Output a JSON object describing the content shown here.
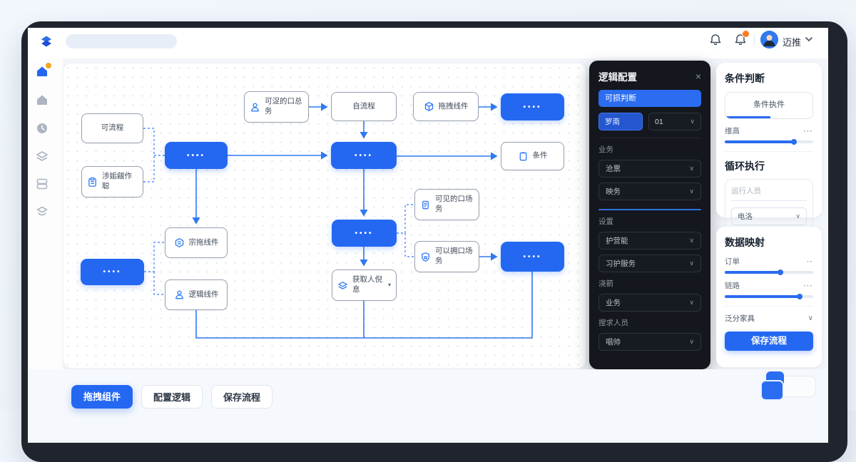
{
  "colors": {
    "accent": "#2468f2",
    "line_blue": "#2f7af0",
    "panel_dark": "#14171d",
    "badge_orange": "#ff7a1a"
  },
  "topbar": {
    "user_name": "迈推",
    "icons": [
      "bell-icon",
      "bell-badge-icon",
      "avatar",
      "chevron-down-icon"
    ]
  },
  "sidebar": {
    "items": [
      "home-active",
      "home",
      "history",
      "layers",
      "database",
      "components"
    ]
  },
  "canvas": {
    "nodes": {
      "flow1": "可流程",
      "clipboard_node": "涉姤觎作聪",
      "hub1": "••••",
      "visible_service_top": "可浞的口总务",
      "start_flow": "自流程",
      "drag_component": "拖拽线件",
      "blue_top_right": "••••",
      "hub2": "••••",
      "condition": "条件",
      "drag_line": "宗拖线件",
      "logic_line": "逻辑线件",
      "blue_left": "••••",
      "hub3": "••••",
      "visible_service_right": "可见的口场务",
      "can_hold_service": "可以拥口场务",
      "blue_right": "••••",
      "get_person_info": "获取人倪息",
      "get_person_caret": "▾"
    }
  },
  "logic_panel": {
    "title": "逻辑配置",
    "close": "×",
    "primary_button": "可损判断",
    "tag_button": "罗南",
    "select_num": "01",
    "group1_label": "业务",
    "group1_dd1": "沧票",
    "group1_dd2": "映务",
    "group2_label": "设置",
    "group2_dd1": "护营能",
    "group2_dd2": "习护服务",
    "group3_label": "浇箭",
    "group3_dd1": "业务",
    "group4_label": "搜求人员",
    "group4_dd1": "唱帅",
    "chevron": "∨"
  },
  "condition_card": {
    "title": "条件判断",
    "chip": "条件执件",
    "row_label": "维高",
    "row_dots": "···",
    "slider_pct": 78
  },
  "loop_card": {
    "title": "循环执行",
    "field": "运行人员",
    "dropdown": "电洛",
    "chevron": "∨"
  },
  "mapping_card": {
    "title": "数据映射",
    "row1": "订单",
    "row1_dots": "··",
    "row1_pct": 63,
    "row2": "链路",
    "row2_dots": "···",
    "row2_pct": 85,
    "footer": "泛分家具",
    "chevron": "∨",
    "save_button": "保存流程"
  },
  "bottom_tabs": {
    "tab1": "拖拽组件",
    "tab2": "配置逻辑",
    "tab3": "保存流程"
  }
}
